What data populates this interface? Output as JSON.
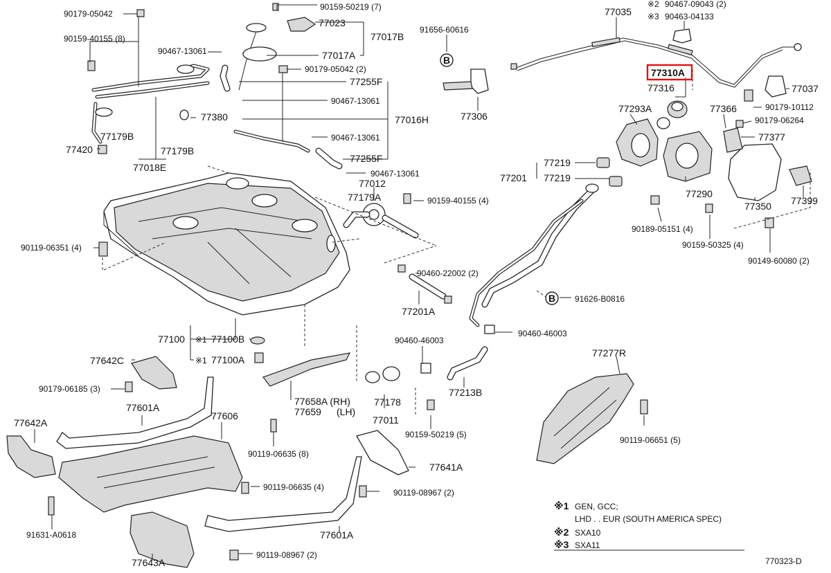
{
  "diagram_id": "770323-D",
  "highlight": {
    "part": "77310A",
    "color": "#e01010"
  },
  "labels": {
    "l_9017905042_top": "90179-05042",
    "l_9015950219_top": "90159-50219 (7)",
    "l_77023": "77023",
    "l_77017B": "77017B",
    "l_9015940155_8": "90159-40155 (8)",
    "l_9046713061_a": "90467-13061",
    "l_77017A": "77017A",
    "l_9017905042_2": "90179-05042 (2)",
    "l_77255F_a": "77255F",
    "l_9046713061_b": "90467-13061",
    "l_77380": "77380",
    "l_77016H": "77016H",
    "l_9046713061_c": "90467-13061",
    "l_77255F_b": "77255F",
    "l_9046713061_d": "90467-13061",
    "l_77179B_a": "77179B",
    "l_77179B_b": "77179B",
    "l_77420": "77420",
    "l_77018E": "77018E",
    "l_77012": "77012",
    "l_77179A": "77179A",
    "l_9015940155_4": "90159-40155 (4)",
    "l_9011906351": "90119-06351 (4)",
    "l_9046022002": "90460-22002 (2)",
    "l_77201A": "77201A",
    "l_9165660616": "91656-60616",
    "l_77306": "77306",
    "l_77035": "77035",
    "l_9046709043": "90467-09043 (2)",
    "l_9046304133": "90463-04133",
    "l_77310A": "77310A",
    "l_77316": "77316",
    "l_77037": "77037",
    "l_9017910112": "90179-10112",
    "l_77293A": "77293A",
    "l_77366": "77366",
    "l_9017906264": "90179-06264",
    "l_77377": "77377",
    "l_77219_a": "77219",
    "l_77201": "77201",
    "l_77219_b": "77219",
    "l_77290": "77290",
    "l_77350": "77350",
    "l_77399": "77399",
    "l_9018905151": "90189-05151 (4)",
    "l_9015950325": "90159-50325 (4)",
    "l_9014960080": "90149-60080 (2)",
    "l_91626B0816": "91626-B0816",
    "l_9046046003_a": "90460-46003",
    "l_77100": "77100",
    "l_77100B": "77100B",
    "l_77100A": "77100A",
    "l_9046046003_b": "90460-46003",
    "l_77642C": "77642C",
    "l_9017906185": "90179-06185 (3)",
    "l_77601A_a": "77601A",
    "l_77606": "77606",
    "l_77658A": "77658A (RH)",
    "l_77659": "77659",
    "l_77659_lh": "(LH)",
    "l_77178": "77178",
    "l_77011": "77011",
    "l_77213B": "77213B",
    "l_9015950219_5": "90159-50219 (5)",
    "l_77277R": "77277R",
    "l_9011906651": "90119-06651 (5)",
    "l_77642A": "77642A",
    "l_9011906635_8": "90119-06635 (8)",
    "l_9011906635_4": "90119-06635 (4)",
    "l_77641A": "77641A",
    "l_9011908967_2a": "90119-08967 (2)",
    "l_9163A0618": "91631-A0618",
    "l_77601A_b": "77601A",
    "l_77643A": "77643A",
    "l_9011908967_2b": "90119-08967 (2)"
  },
  "marks": {
    "note1": "※1",
    "note2": "※2",
    "note3": "※3",
    "badge_b": "B"
  },
  "notes": [
    {
      "mark": "※1",
      "text": "GEN, GCC;"
    },
    {
      "mark": "",
      "text": "LHD . . EUR (SOUTH AMERICA SPEC)"
    },
    {
      "mark": "※2",
      "text": "SXA10"
    },
    {
      "mark": "※3",
      "text": "SXA11"
    }
  ]
}
